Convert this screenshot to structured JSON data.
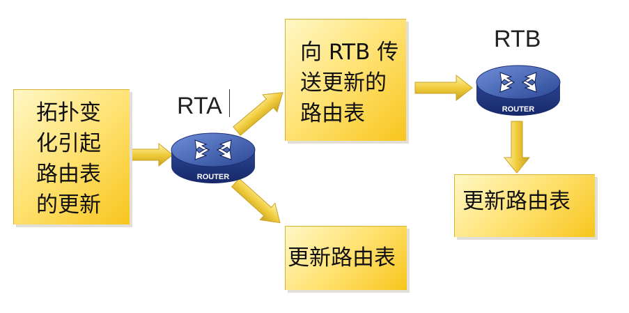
{
  "diagram": {
    "source_box": {
      "lines": [
        "拓扑变",
        "化引起",
        "路由表",
        "的更新"
      ]
    },
    "router_a": {
      "label": "RTA",
      "badge": "ROUTER",
      "icon": "router-icon"
    },
    "send_box": {
      "lines": [
        "向 RTB 传",
        "送更新的",
        "路由表"
      ]
    },
    "update_box_a": {
      "text": "更新路由表"
    },
    "router_b": {
      "label": "RTB",
      "badge": "ROUTER",
      "icon": "router-icon"
    },
    "update_box_b": {
      "text": "更新路由表"
    },
    "colors": {
      "box_light": "#fff7c6",
      "box_mid": "#ffe47a",
      "box_dark": "#f7c51c",
      "arrow": "#e8c23a",
      "router_blue": "#3c5aa6"
    }
  }
}
